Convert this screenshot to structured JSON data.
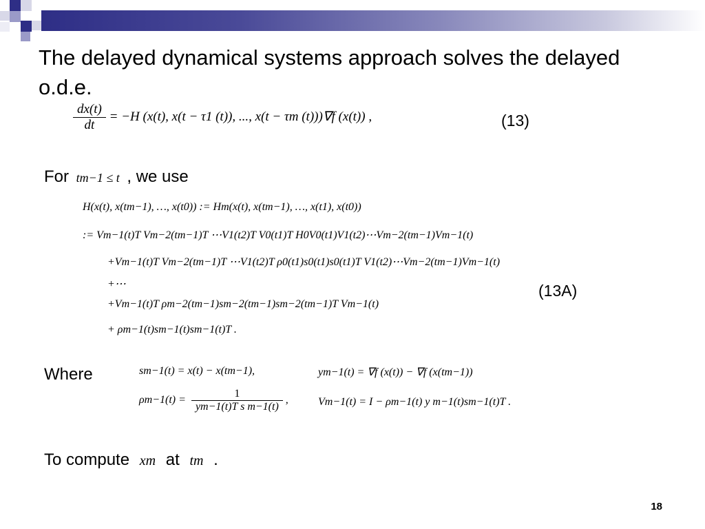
{
  "slide": {
    "title": "The delayed dynamical systems approach solves the delayed o.d.e.",
    "eq13": {
      "number": "(13)",
      "numerator": "dx(t)",
      "denominator": "dt",
      "rhs": "= −H (x(t), x(t − τ1 (t)), ..., x(t − τm (t)))∇f (x(t)) ,"
    },
    "for_label": "For",
    "for_condition": "tm−1 ≤ t",
    "for_suffix": ", we use",
    "eq13a": {
      "number": "(13A)",
      "lines": [
        "H(x(t), x(tm−1), …, x(t0)) := Hm(x(t), x(tm−1), …, x(t1), x(t0))",
        ":= Vm−1(t)T Vm−2(tm−1)T ⋯V1(t2)T V0(t1)T H0V0(t1)V1(t2)⋯Vm−2(tm−1)Vm−1(t)",
        "+Vm−1(t)T Vm−2(tm−1)T ⋯V1(t2)T ρ0(t1)s0(t1)s0(t1)T V1(t2)⋯Vm−2(tm−1)Vm−1(t)",
        "+⋯",
        "+Vm−1(t)T ρm−2(tm−1)sm−2(tm−1)sm−2(tm−1)T Vm−1(t)",
        "+ ρm−1(t)sm−1(t)sm−1(t)T ."
      ]
    },
    "where_label": "Where",
    "definitions": {
      "s_def": "sm−1(t) = x(t) − x(tm−1),",
      "y_def": "ym−1(t) = ∇f (x(t)) − ∇f (x(tm−1))",
      "rho_lhs": "ρm−1(t) =",
      "rho_num": "1",
      "rho_den": "ym−1(t)T s m−1(t)",
      "rho_tail": ",",
      "v_def": "Vm−1(t) = I − ρm−1(t) y m−1(t)sm−1(t)T ."
    },
    "compute_label": "To compute",
    "compute_var": "xm",
    "compute_at": "at",
    "compute_time": "tm",
    "compute_end": ".",
    "page_number": "18"
  },
  "colors": {
    "accent_dark": "#2e2e86",
    "accent_light": "#c8c8de"
  }
}
